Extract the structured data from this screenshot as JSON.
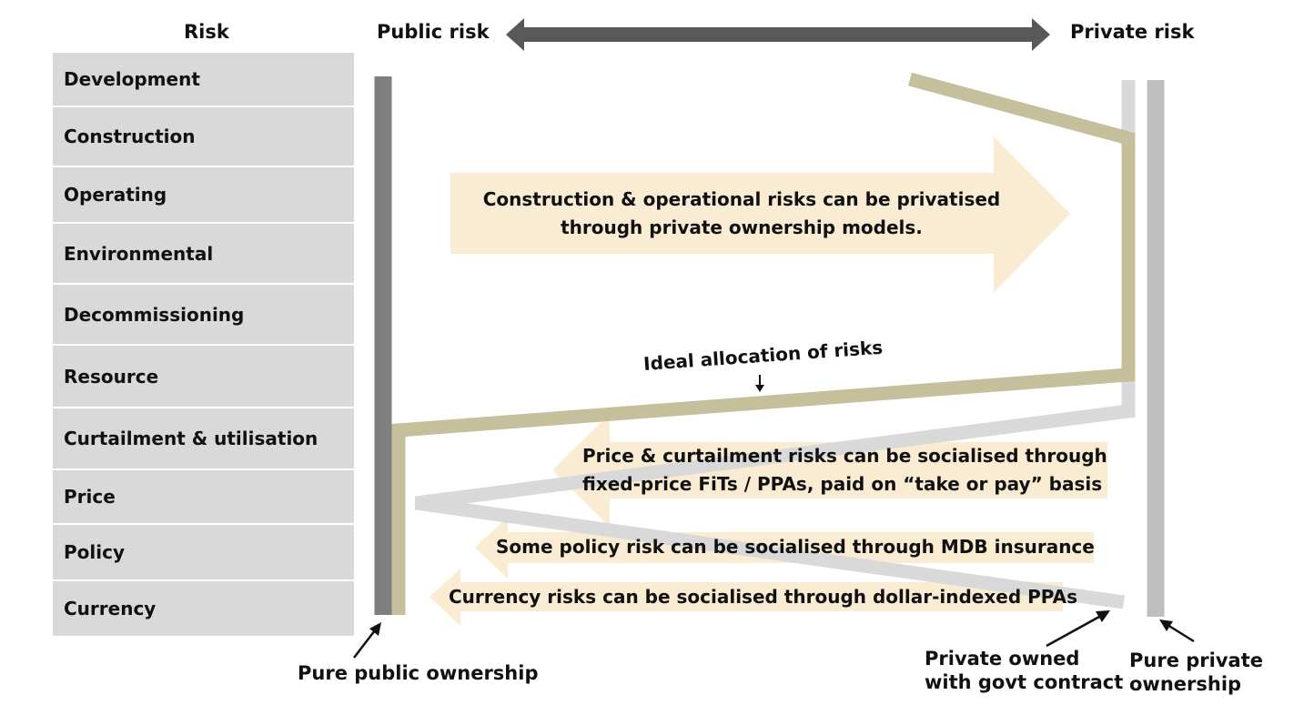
{
  "headers": {
    "risk": "Risk",
    "public_risk": "Public risk",
    "private_risk": "Private risk"
  },
  "risks": [
    "Development",
    "Construction",
    "Operating",
    "Environmental",
    "Decommissioning",
    "Resource",
    "Curtailment & utilisation",
    "Price",
    "Policy",
    "Currency"
  ],
  "callouts": {
    "construction_line1": "Construction & operational risks can be privatised",
    "construction_line2": "through private ownership models.",
    "price_line1": "Price & curtailment risks can be socialised through",
    "price_line2": "fixed-price FiTs / PPAs, paid on “take or pay” basis",
    "policy": "Some policy risk can be socialised through MDB insurance",
    "currency": "Currency risks can be socialised through dollar-indexed PPAs"
  },
  "ideal_allocation": "Ideal allocation of risks",
  "ownership_labels": {
    "pure_public": "Pure public ownership",
    "private_govt_line1": "Private owned",
    "private_govt_line2": "with govt contract",
    "pure_private_line1": "Pure private",
    "pure_private_line2": "ownership"
  },
  "colors": {
    "table_fill": "#d9d9d9",
    "callout_fill": "#f9ecd2",
    "public_bar": "#7f7f7f",
    "ideal_line": "#c6bf9b",
    "private_govt_line": "#d9d9d9",
    "pure_private_bar": "#bfbfbf",
    "spectrum_arrow": "#595959"
  }
}
